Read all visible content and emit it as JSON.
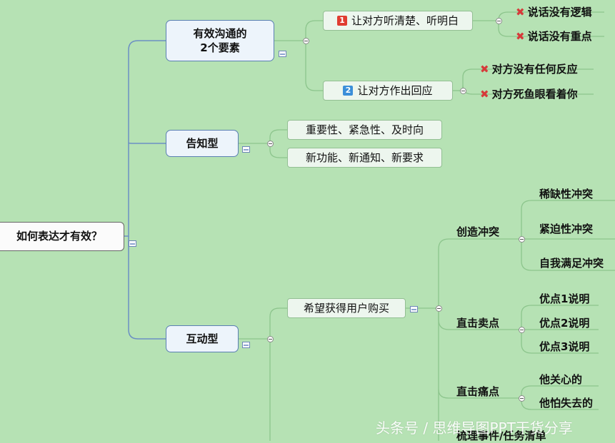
{
  "root": {
    "label": "如何表达才有效？"
  },
  "branches": [
    {
      "label_line1": "有效沟通的",
      "label_line2": "2个要素",
      "children": [
        {
          "number": "1",
          "number_color": "#e03c31",
          "label": "让对方听清楚、听明白",
          "items": [
            "说话没有逻辑",
            "说话没有重点"
          ]
        },
        {
          "number": "2",
          "number_color": "#3b8fd9",
          "label": "让对方作出回应",
          "items": [
            "对方没有任何反应",
            "对方死鱼眼看着你"
          ]
        }
      ]
    },
    {
      "label": "告知型",
      "children": [
        "重要性、紧急性、及时向",
        "新功能、新通知、新要求"
      ]
    },
    {
      "label": "互动型",
      "children": [
        {
          "label": "希望获得用户购买",
          "groups": [
            {
              "label": "创造冲突",
              "items": [
                "稀缺性冲突",
                "紧迫性冲突",
                "自我满足冲突"
              ]
            },
            {
              "label": "直击卖点",
              "items": [
                "优点1说明",
                "优点2说明",
                "优点3说明"
              ]
            },
            {
              "label": "直击痛点",
              "items": [
                "他关心的",
                "他怕失去的"
              ]
            },
            {
              "label": "梳理事件/任务清单"
            }
          ]
        }
      ]
    }
  ],
  "watermark": "头条号 / 思维导图PPT干货分享",
  "colors": {
    "background": "#b6e2b4",
    "main_line": "#5a7fb3",
    "sub_line": "#8cc58c",
    "cross": "#d63a3a"
  }
}
